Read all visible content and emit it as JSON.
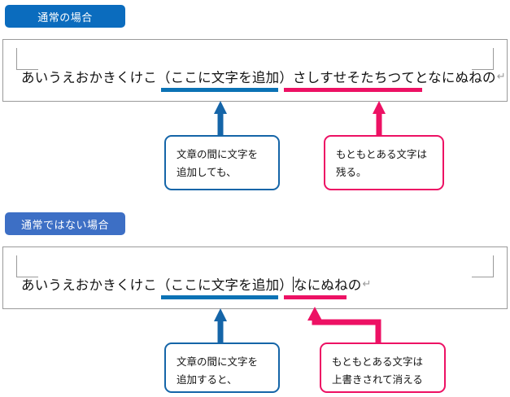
{
  "sections": [
    {
      "badge": "通常の場合",
      "badge_color": "#0b6cbe",
      "document": {
        "text_before": "あいうえおかきくけこ（ここに文字を追加",
        "text_after": "）さしすせそたちつてとなにぬねの",
        "paragraph_mark": "↵",
        "caret": "text-cursor"
      },
      "callouts": [
        {
          "text": "文章の間に文字を\n追加しても、",
          "color": "#1565a8",
          "accent": "blue"
        },
        {
          "text": "もともとある文字は\n残る。",
          "color": "#ed1164",
          "accent": "pink"
        }
      ]
    },
    {
      "badge": "通常ではない場合",
      "badge_color": "#3d6fc5",
      "document": {
        "text_before": "あいうえおかきくけこ（ここに文字を追加）",
        "text_after": "なにぬねの",
        "paragraph_mark": "↵",
        "caret": "text-cursor"
      },
      "callouts": [
        {
          "text": "文章の間に文字を\n追加すると、",
          "color": "#1565a8",
          "accent": "blue"
        },
        {
          "text": "もともとある文字は\n上書きされて消える",
          "color": "#ed1164",
          "accent": "pink"
        }
      ]
    }
  ],
  "colors": {
    "blue_bar": "#0b72b5",
    "pink_bar": "#ed1164",
    "doc_border": "#9a9a9a",
    "text": "#111111"
  }
}
